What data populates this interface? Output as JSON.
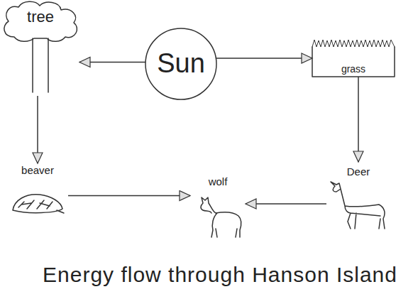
{
  "diagram": {
    "caption": "Energy flow through Hanson Island",
    "nodes": [
      {
        "text": [
          "tree"
        ]
      },
      {
        "text": [
          "Sun"
        ]
      },
      {
        "text": [
          "grass"
        ]
      },
      {
        "text": [
          "beaver"
        ]
      },
      {
        "text": [
          "wolf"
        ]
      },
      {
        "text": [
          "Deer"
        ]
      }
    ],
    "edges": [
      {
        "from": 1,
        "to": 0,
        "arrow": "to"
      },
      {
        "from": 1,
        "to": 2,
        "arrow": "to"
      },
      {
        "from": 0,
        "to": 3,
        "arrow": "to"
      },
      {
        "from": 2,
        "to": 5,
        "arrow": "to"
      },
      {
        "from": 3,
        "to": 4,
        "arrow": "to"
      },
      {
        "from": 5,
        "to": 4,
        "arrow": "to"
      }
    ]
  }
}
